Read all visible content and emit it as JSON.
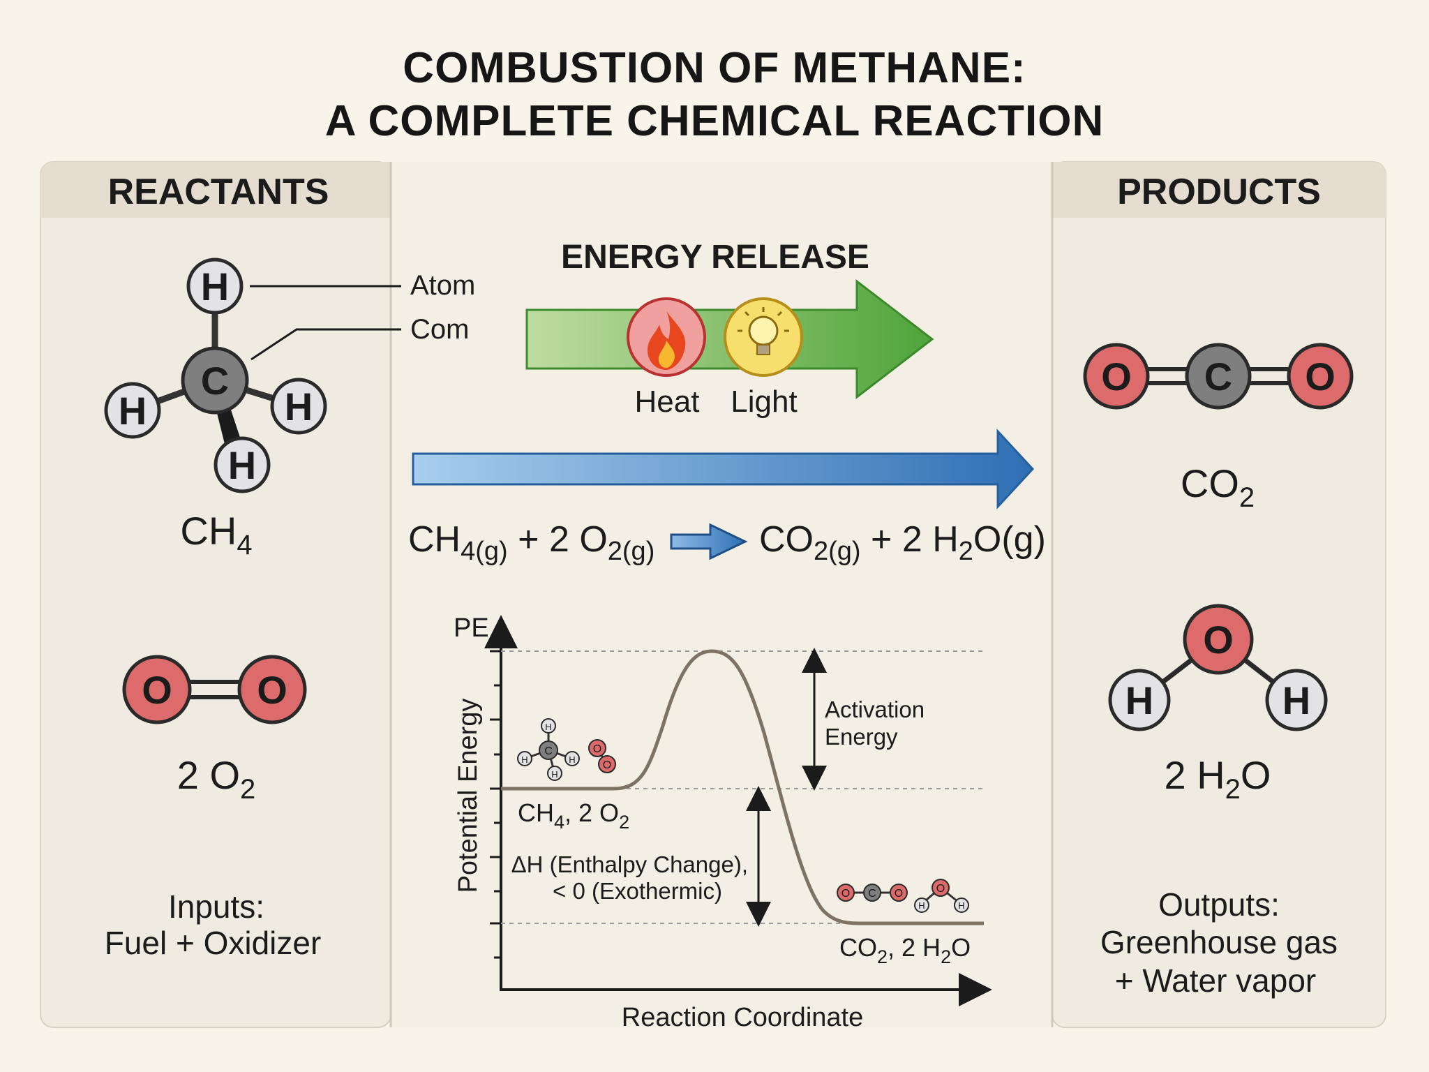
{
  "title": {
    "line1": "COMBUSTION OF METHANE:",
    "line2": "A COMPLETE CHEMICAL REACTION"
  },
  "reactants": {
    "header": "REACTANTS",
    "atom_label": "Atom",
    "com_label": "Com",
    "methane_formula": {
      "main": "CH",
      "sub": "4"
    },
    "oxygen_formula": {
      "main": "2 O",
      "sub": "2"
    },
    "inputs_line1": "Inputs:",
    "inputs_line2": "Fuel + Oxidizer"
  },
  "products": {
    "header": "PRODUCTS",
    "co2_formula": {
      "main": "CO",
      "sub": "2"
    },
    "water_formula": {
      "pre": "2 H",
      "sub": "2",
      "post": "O"
    },
    "outputs_line1": "Outputs:",
    "outputs_line2": "Greenhouse gas",
    "outputs_line3": "+ Water vapor"
  },
  "energy": {
    "title": "ENERGY RELEASE",
    "heat": "Heat",
    "light": "Light",
    "heat_icon": "flame-icon",
    "light_icon": "lightbulb-icon"
  },
  "equation": {
    "t1": "CH",
    "s1": "4(g)",
    "t2": " + 2 O",
    "s2": "2(g)",
    "t3": "CO",
    "s3": "2(g)",
    "t4": " + 2 H",
    "s4": "2",
    "t5": "O(g)"
  },
  "diagram": {
    "y_axis_short": "PE",
    "y_axis_label": "Potential Energy",
    "x_axis_label": "Reaction Coordinate",
    "activation_line1": "Activation",
    "activation_line2": "Energy",
    "enthalpy_line1": "ΔH (Enthalpy Change),",
    "enthalpy_line2": "< 0 (Exothermic)",
    "reactant_level": {
      "t1": "CH",
      "s1": "4",
      "t2": ", 2 O",
      "s2": "2"
    },
    "product_level": {
      "t1": "CO",
      "s1": "2",
      "t2": ", 2 H",
      "s2": "2",
      "t3": "O"
    }
  },
  "atoms": {
    "H": "H",
    "C": "C",
    "O": "O"
  },
  "colors": {
    "background": "#f8f4ea",
    "panel": "#f0ebe0",
    "panel_header": "#e4ddd0",
    "oxygen": "#dd6b6b",
    "carbon": "#7f7f7f",
    "hydrogen": "#e3e3e6",
    "energy_arrow": "#4ea43a",
    "reaction_arrow": "#3574b8",
    "curve": "#7d7264"
  }
}
